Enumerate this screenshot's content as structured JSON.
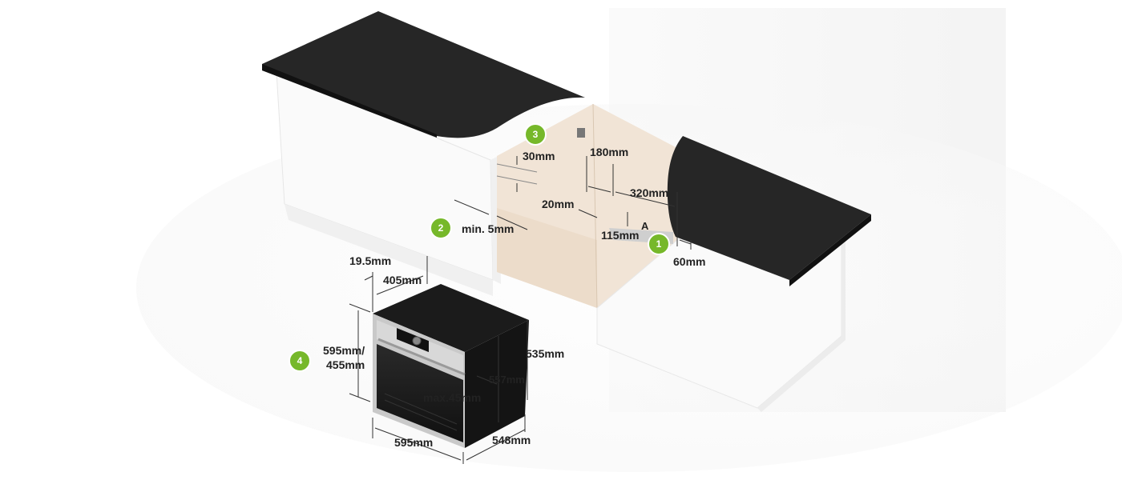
{
  "colors": {
    "worktop": "#262626",
    "cabinet": "#ffffff",
    "niche": "#f1e4d6",
    "badge": "#76b82a",
    "oven_body": "#1b1b1b",
    "oven_trim": "#c9c9c9"
  },
  "badges": {
    "b1": "1",
    "b2": "2",
    "b3": "3",
    "b4": "4"
  },
  "niche_label": "A",
  "dimensions": {
    "top_gap": "30mm",
    "depth_gap": "180mm",
    "side_gap": "320mm",
    "rear_gap": "20mm",
    "min_gap": "min. 5mm",
    "vent_height": "115mm",
    "vent_offset": "60mm",
    "front_frame": "19.5mm",
    "oven_width_inner": "405mm",
    "oven_height_a": "595mm/",
    "oven_height_b": "455mm",
    "oven_body_height": "535mm",
    "door_thickness": "557mm",
    "handle_max": "max.45mm",
    "oven_width": "595mm",
    "oven_depth": "548mm"
  }
}
